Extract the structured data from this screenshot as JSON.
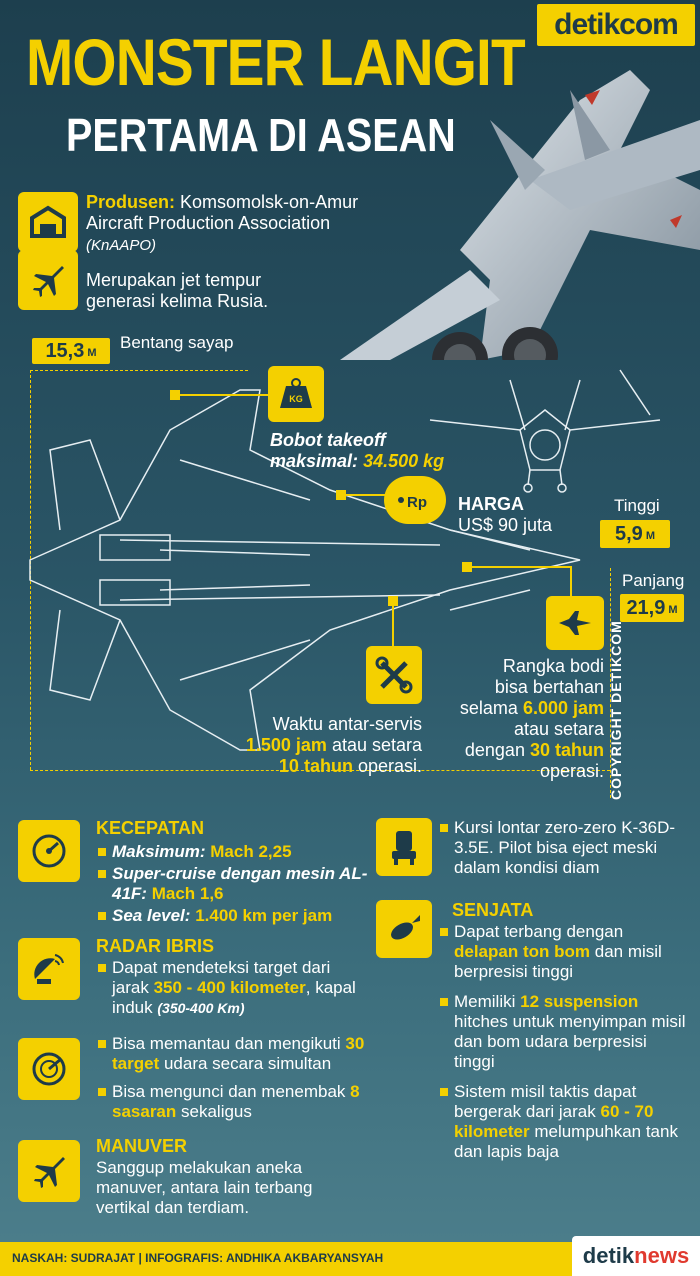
{
  "brand": {
    "logo_text": "detikcom"
  },
  "title": {
    "line1": "MONSTER LANGIT",
    "line2": "PERTAMA DI ASEAN"
  },
  "producer": {
    "label": "Produsen:",
    "value": "Komsomolsk-on-Amur",
    "line2": "Aircraft Production Association",
    "line3": "(KnAAPO)"
  },
  "generation": {
    "line1": "Merupakan jet tempur",
    "line2": "generasi kelima Rusia."
  },
  "wingspan": {
    "value": "15,3",
    "unit": "M",
    "label": "Bentang sayap"
  },
  "weight": {
    "icon_text": "KG",
    "line1": "Bobot takeoff",
    "line2_prefix": "maksimal:",
    "line2_value": "34.500 kg"
  },
  "price": {
    "icon_text": "Rp",
    "label": "HARGA",
    "value": "US$ 90 juta"
  },
  "height": {
    "label": "Tinggi",
    "value": "5,9",
    "unit": "M"
  },
  "length": {
    "label": "Panjang",
    "value": "21,9",
    "unit": "M"
  },
  "airframe": {
    "line1": "Rangka bodi",
    "line2": "bisa bertahan",
    "line3_prefix": "selama",
    "line3_value": "6.000 jam",
    "line4": "atau setara",
    "line5_prefix": "dengan",
    "line5_value": "30 tahun",
    "line6": "operasi."
  },
  "service": {
    "line1": "Waktu antar-servis",
    "line2_value": "1.500 jam",
    "line2_suffix": "atau setara",
    "line3_value": "10 tahun",
    "line3_suffix": "operasi."
  },
  "copyright": "COPYRIGHT DETIKCOM",
  "speed": {
    "heading": "KECEPATAN",
    "items": [
      {
        "label": "Maksimum:",
        "value": "Mach 2,25"
      },
      {
        "label": "Super-cruise dengan mesin AL-41F:",
        "value": "Mach 1,6"
      },
      {
        "label": "Sea level:",
        "value": "1.400 km per jam"
      }
    ]
  },
  "radar": {
    "heading": "RADAR IBRIS",
    "item1_a": "Dapat mendeteksi target dari jarak",
    "item1_value": "350 - 400 kilometer",
    "item1_b": ", kapal induk",
    "item1_note": "(350-400 Km)"
  },
  "tracking": {
    "item1_a": "Bisa memantau dan mengikuti",
    "item1_value": "30 target",
    "item1_b": "udara secara simultan",
    "item2_a": "Bisa mengunci dan menembak",
    "item2_value": "8 sasaran",
    "item2_b": "sekaligus"
  },
  "maneuver": {
    "heading": "MANUVER",
    "text": "Sanggup melakukan aneka manuver, antara lain terbang vertikal dan terdiam."
  },
  "seat": {
    "text": "Kursi lontar zero-zero K-36D-3.5E. Pilot bisa eject meski dalam kondisi diam"
  },
  "weapons": {
    "heading": "SENJATA",
    "item1_a": "Dapat terbang dengan",
    "item1_value": "delapan ton bom",
    "item1_b": "dan misil berpresisi tinggi",
    "item2_a": "Memiliki",
    "item2_value": "12 suspension",
    "item2_b": "hitches untuk menyimpan misil dan bom udara berpresisi tinggi",
    "item3_a": "Sistem misil taktis dapat bergerak dari jarak",
    "item3_value": "60 - 70 kilometer",
    "item3_b": "melumpuhkan tank dan lapis baja"
  },
  "footer": {
    "credit": "NASKAH: SUDRAJAT | INFOGRAFIS: ANDHIKA AKBARYANSYAH",
    "logo_main": "detik",
    "logo_accent": "news"
  },
  "colors": {
    "accent": "#f4d000",
    "background": "#2a5566",
    "text_dark": "#1e3b49"
  }
}
